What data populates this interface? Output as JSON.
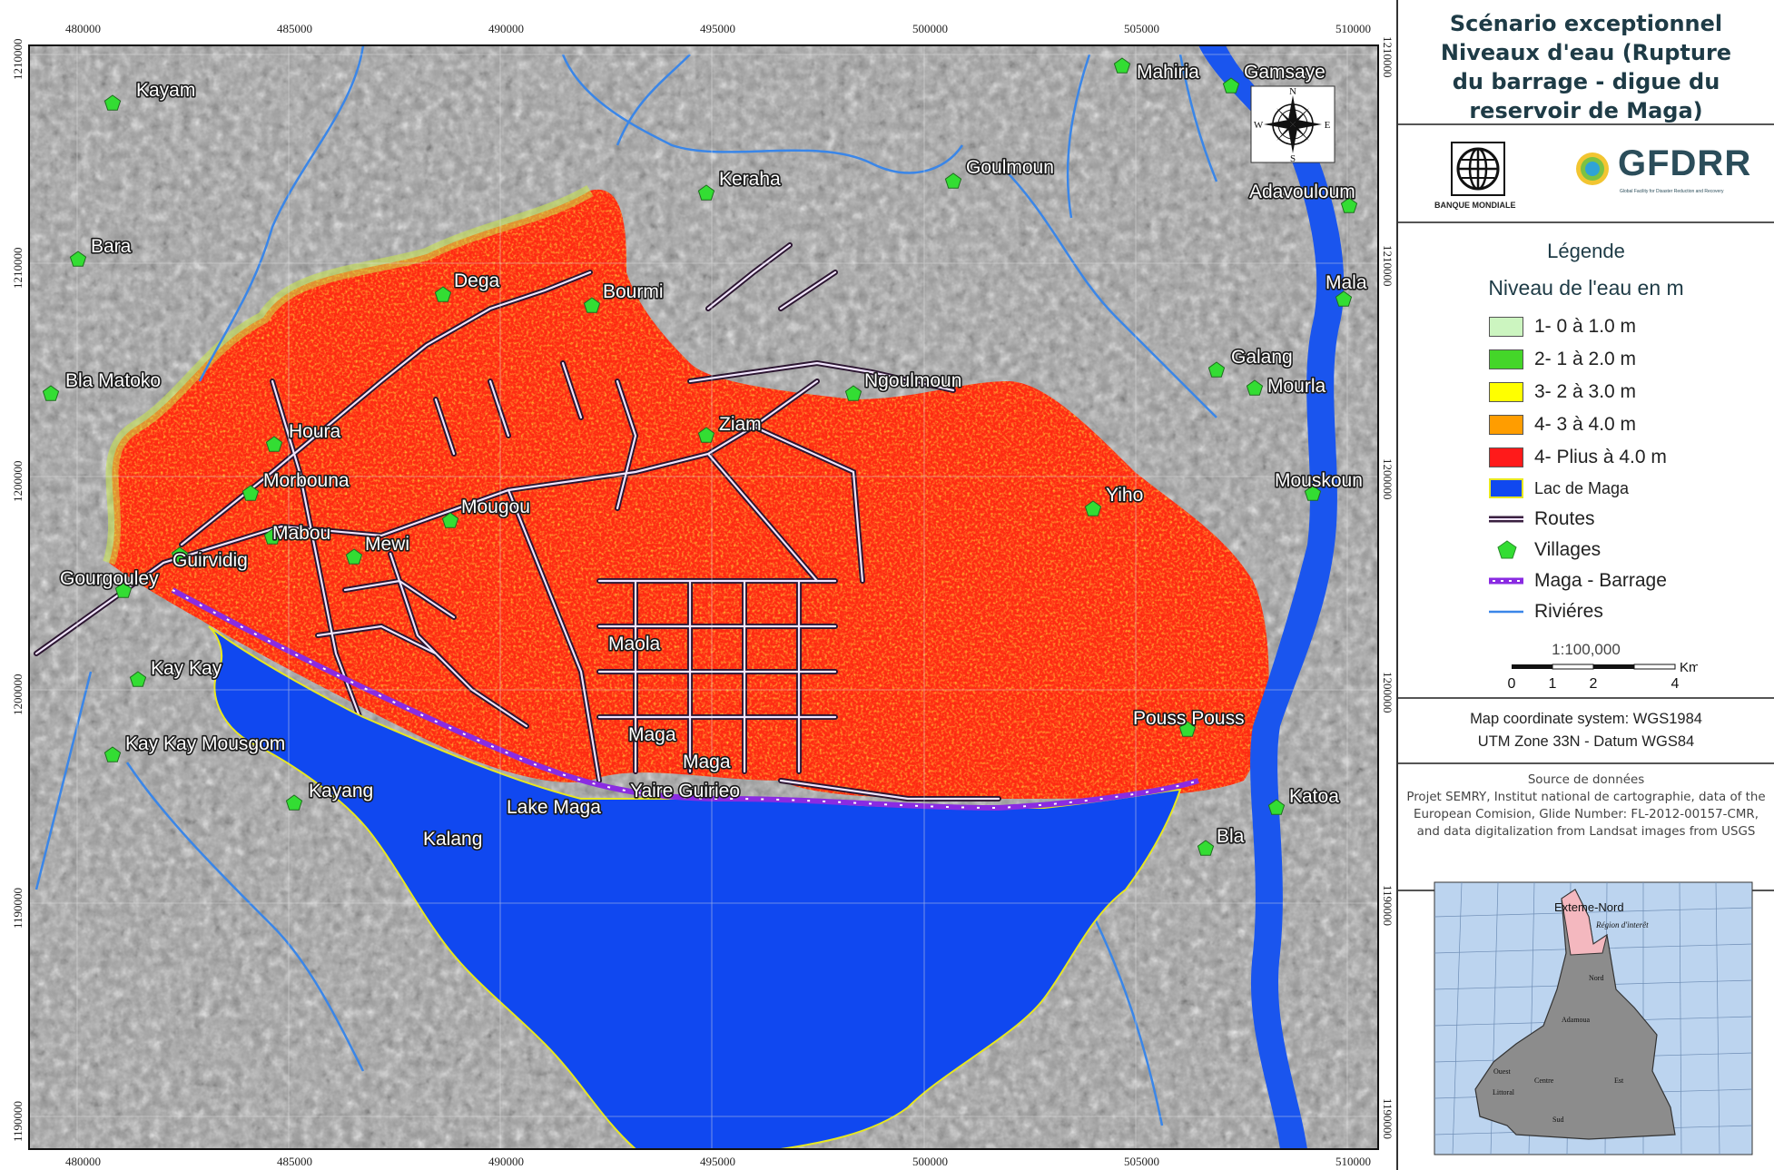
{
  "map": {
    "title_lines": [
      "Scénario exceptionnel",
      "Niveaux d'eau  (Rupture",
      "du barrage - digue du",
      "reservoir de Maga)"
    ],
    "easting_ticks": [
      "480000",
      "485000",
      "490000",
      "495000",
      "500000",
      "505000",
      "510000"
    ],
    "northing_ticks": [
      "1210000",
      "1210000",
      "1200000",
      "1200000",
      "1190000",
      "1190000"
    ],
    "villages": [
      {
        "name": "Kayam"
      },
      {
        "name": "Bara"
      },
      {
        "name": "Bla Matoko"
      },
      {
        "name": "Dega"
      },
      {
        "name": "Bourmi"
      },
      {
        "name": "Keraha"
      },
      {
        "name": "Goulmoun"
      },
      {
        "name": "Mahiria"
      },
      {
        "name": "Gamsaye"
      },
      {
        "name": "Adavouloum"
      },
      {
        "name": "Mala"
      },
      {
        "name": "Galang"
      },
      {
        "name": "Mourla"
      },
      {
        "name": "Ngoulmoun"
      },
      {
        "name": "Ziam"
      },
      {
        "name": "Houra"
      },
      {
        "name": "Morbouna"
      },
      {
        "name": "Mougou"
      },
      {
        "name": "Mabou"
      },
      {
        "name": "Mewi"
      },
      {
        "name": "Guirvidig"
      },
      {
        "name": "Gourgouley"
      },
      {
        "name": "Kay Kay"
      },
      {
        "name": "Kay Kay Mousgom"
      },
      {
        "name": "Kayang"
      },
      {
        "name": "Kalang"
      },
      {
        "name": "Lake Maga"
      },
      {
        "name": "Maola"
      },
      {
        "name": "Maga"
      },
      {
        "name": "Maga"
      },
      {
        "name": "Yaire Guirieo"
      },
      {
        "name": "Yiho"
      },
      {
        "name": "Mouskoun"
      },
      {
        "name": "Pouss Pouss"
      },
      {
        "name": "Bla"
      },
      {
        "name": "Katoa"
      }
    ],
    "compass": {
      "n": "N",
      "s": "S",
      "e": "E",
      "w": "W"
    }
  },
  "logos": {
    "worldbank": "BANQUE MONDIALE",
    "gfdrr": "GFDRR",
    "gfdrr_sub": "Global Facility for Disaster Reduction and Recovery"
  },
  "legend": {
    "title": "Légende",
    "subtitle": "Niveau de l'eau en m",
    "items": [
      {
        "label": "1- 0 à 1.0 m",
        "color": "#ccf5c0"
      },
      {
        "label": "2- 1 à 2.0 m",
        "color": "#44d629"
      },
      {
        "label": "3- 2 à 3.0 m",
        "color": "#ffff00"
      },
      {
        "label": "4- 3 à 4.0 m",
        "color": "#ff9d00"
      },
      {
        "label": "4- Plius à 4.0 m",
        "color": "#ff1a1a"
      },
      {
        "label": "Lac de Maga",
        "color": "#1048f0"
      },
      {
        "label": "Routes"
      },
      {
        "label": "Villages"
      },
      {
        "label": "Maga - Barrage"
      },
      {
        "label": "Riviéres"
      }
    ],
    "scale": "1:100,000",
    "scale_ticks": [
      "0",
      "1",
      "2",
      "4"
    ],
    "scale_unit": "Km"
  },
  "crs": {
    "line1": "Map coordinate system: WGS1984",
    "line2": "UTM Zone 33N - Datum WGS84"
  },
  "source": {
    "title": "Source de données",
    "text": "Projet SEMRY, Institut national de cartographie, data  of the European Comision, Glide Number: FL-2012-00157-CMR,  and data digitalization from Landsat images from USGS"
  },
  "inset": {
    "region": "Exteme-Nord",
    "interest": "Région d'interêt",
    "subregions": [
      "Nord",
      "Adamoua",
      "Ouest",
      "Centre",
      "Est",
      "Littoral",
      "Sud"
    ]
  },
  "colors": {
    "water": "#1048f0",
    "flood_high": "#ff1a1a",
    "flood_mid": "#ff9d00",
    "road": "#f2e6ff",
    "dam": "#8a2be2",
    "village": "#33dd33",
    "river": "#3a86e8"
  }
}
